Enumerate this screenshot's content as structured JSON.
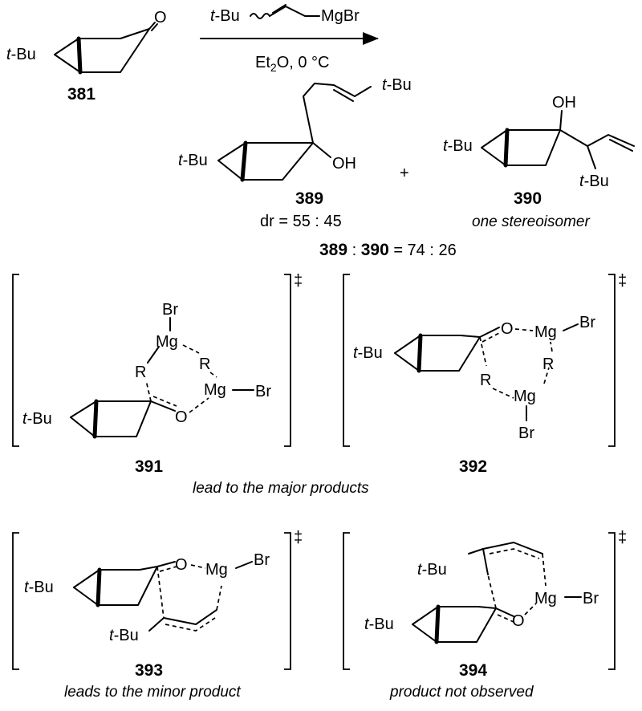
{
  "reaction": {
    "reagent_left": "t-Bu",
    "reagent_right": "MgBr",
    "conditions_pre": "Et",
    "conditions_sub": "2",
    "conditions_post": "O, 0 °C"
  },
  "labels": {
    "tBu": "t",
    "tBu_rest": "-Bu",
    "O": "O",
    "OH": "OH",
    "Mg": "Mg",
    "Br": "Br",
    "R": "R",
    "plus": "+",
    "dagger": "‡"
  },
  "compounds": {
    "c381": "381",
    "c389": "389",
    "c390": "390",
    "c391": "391",
    "c392": "392",
    "c393": "393",
    "c394": "394"
  },
  "captions": {
    "dr": "dr = 55 : 45",
    "one_stereoisomer": "one stereoisomer",
    "ratio_a": "389",
    "ratio_sep": " : ",
    "ratio_b": "390",
    "ratio_rest": " = 74 : 26",
    "major": "lead to the major products",
    "minor": "leads to the minor product",
    "not_observed": "product not observed"
  }
}
